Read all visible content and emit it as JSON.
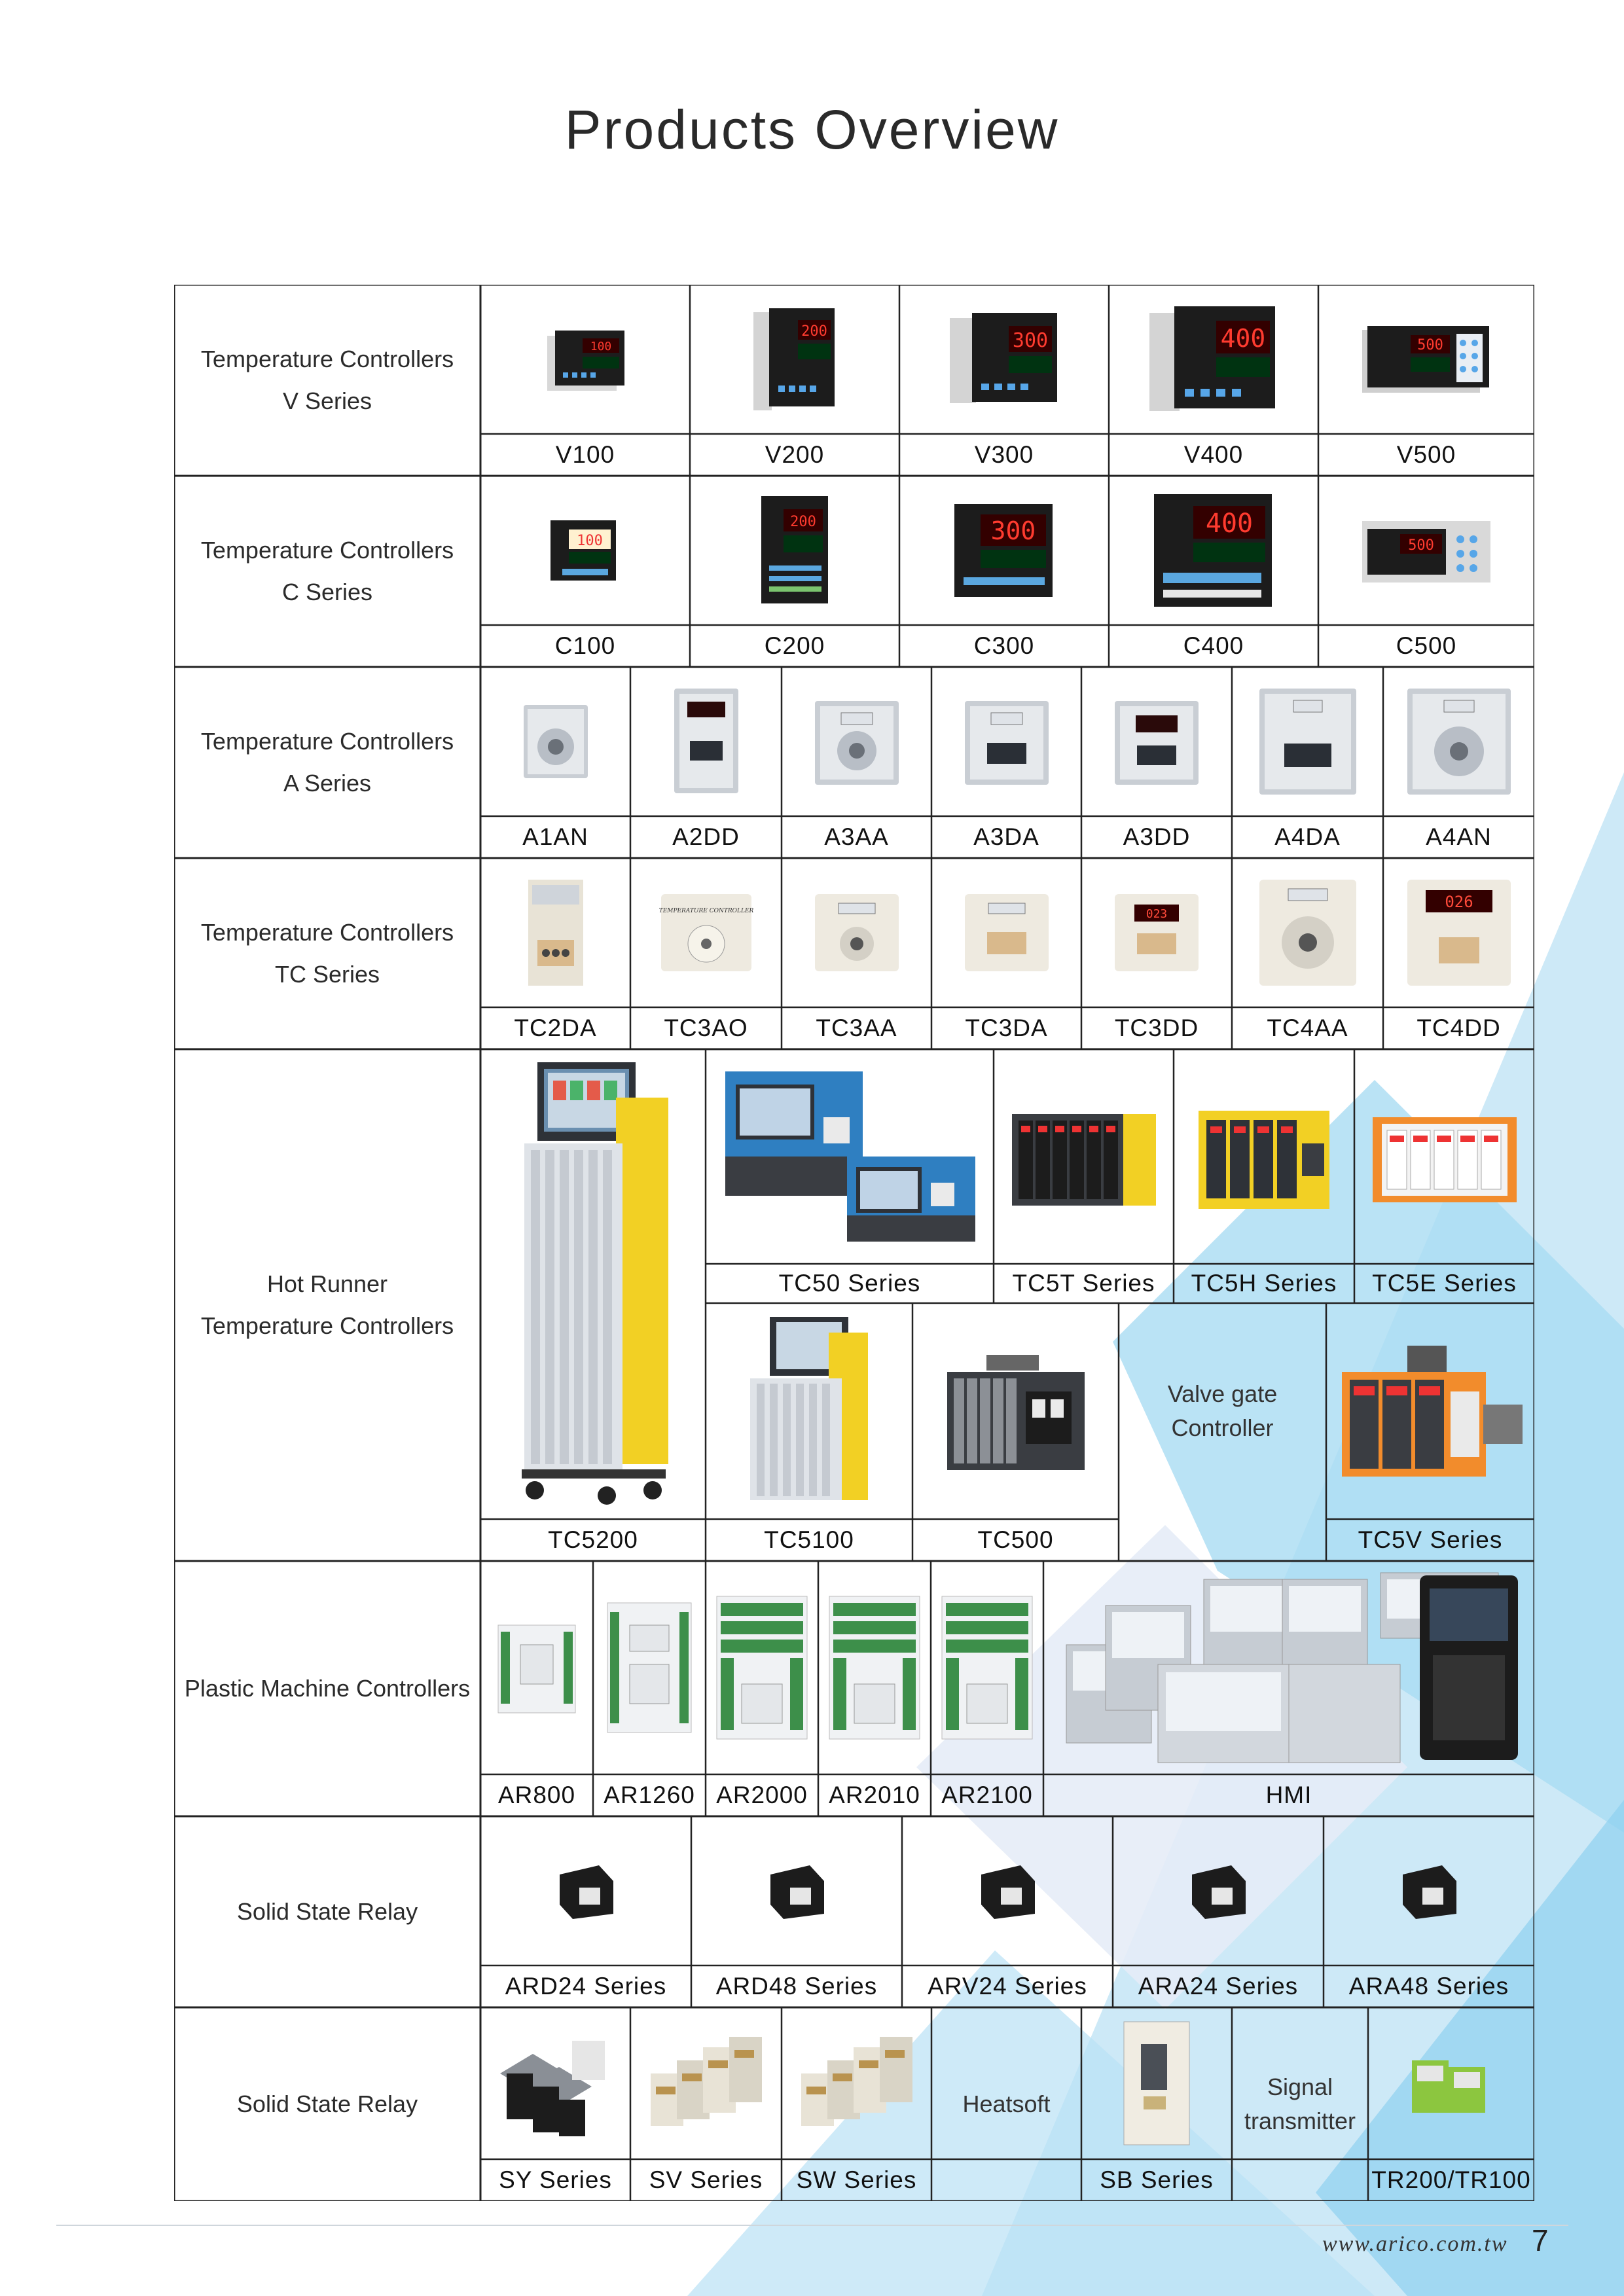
{
  "page": {
    "title": "Products Overview",
    "website": "www.arico.com.tw",
    "page_number": "7"
  },
  "colors": {
    "accent_blue": "#7cc8ee",
    "light_blue": "#cfe9f7",
    "border": "#222222",
    "relay_black": "#1c1c1c",
    "panel_yellow": "#f2d024"
  },
  "sections": {
    "v_series": {
      "label": "Temperature Controllers\nV Series",
      "products": [
        "V100",
        "V200",
        "V300",
        "V400",
        "V500"
      ],
      "readouts": [
        "100",
        "200",
        "300",
        "400",
        "500"
      ]
    },
    "c_series": {
      "label": "Temperature Controllers\nC Series",
      "products": [
        "C100",
        "C200",
        "C300",
        "C400",
        "C500"
      ],
      "readouts": [
        "100",
        "200",
        "300",
        "400",
        "500"
      ]
    },
    "a_series": {
      "label": "Temperature Controllers\nA Series",
      "products": [
        "A1AN",
        "A2DD",
        "A3AA",
        "A3DA",
        "A3DD",
        "A4DA",
        "A4AN"
      ]
    },
    "tc_series": {
      "label": "Temperature Controllers\nTC Series",
      "products": [
        "TC2DA",
        "TC3AO",
        "TC3AA",
        "TC3DA",
        "TC3DD",
        "TC4AA",
        "TC4DD"
      ],
      "tc3ao_face": "TEMPERATURE CONTROLLER",
      "readout_023": "023",
      "readout_026": "026"
    },
    "hot_runner": {
      "label": "Hot Runner\nTemperature Controllers",
      "top": [
        "TC50 Series",
        "TC5T Series",
        "TC5H Series",
        "TC5E Series"
      ],
      "bottom": [
        "TC5200",
        "TC5100",
        "TC500"
      ],
      "valve_gate": "Valve gate\nController",
      "tc5v": "TC5V Series"
    },
    "plastic": {
      "label": "Plastic Machine Controllers",
      "products": [
        "AR800",
        "AR1260",
        "AR2000",
        "AR2010",
        "AR2100"
      ],
      "hmi": "HMI"
    },
    "ssr1": {
      "label": "Solid State Relay",
      "products": [
        "ARD24 Series",
        "ARD48 Series",
        "ARV24 Series",
        "ARA24 Series",
        "ARA48 Series"
      ]
    },
    "ssr2": {
      "label": "Solid State Relay",
      "products": [
        "SY Series",
        "SV Series",
        "SW Series"
      ],
      "heatsoft": "Heatsoft",
      "sb": "SB Series",
      "signal": "Signal\ntransmitter",
      "tr": "TR200/TR100"
    }
  }
}
